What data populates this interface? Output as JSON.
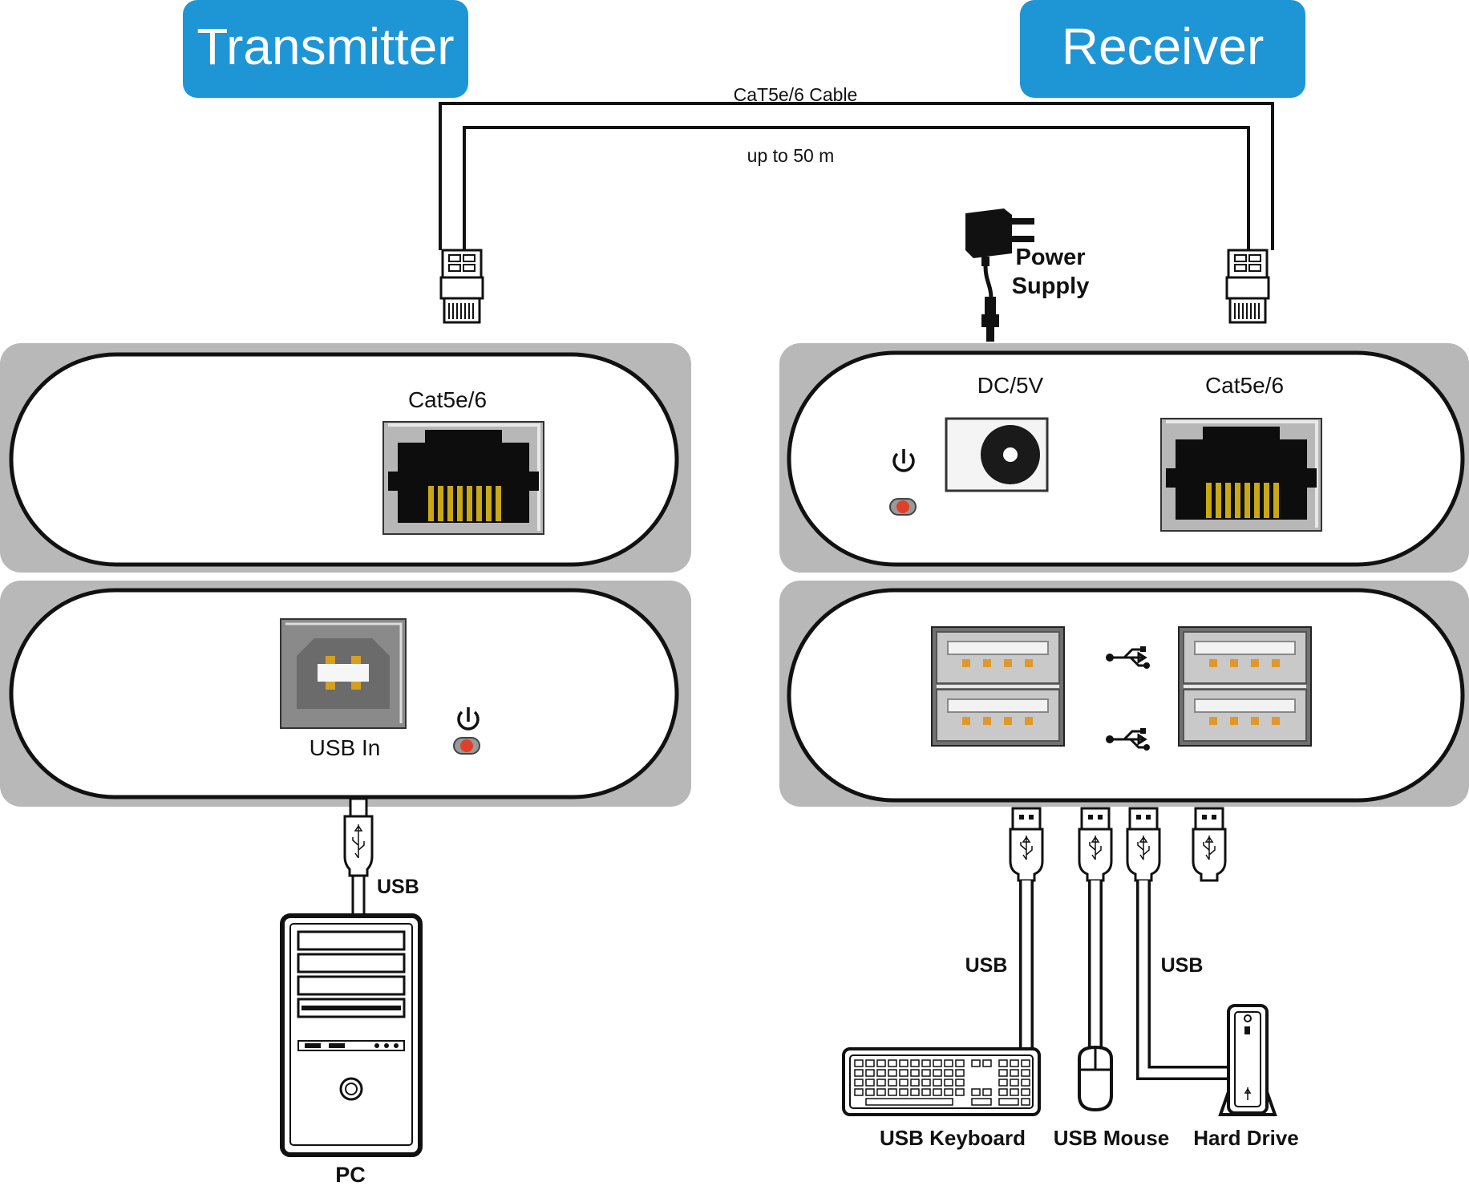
{
  "header": {
    "transmitter": "Transmitter",
    "receiver": "Receiver",
    "accent_color": "#1e96d6"
  },
  "cable": {
    "name": "CaT5e/6 Cable",
    "distance": "up to 50 m"
  },
  "power": {
    "line1": "Power",
    "line2": "Supply"
  },
  "transmitter": {
    "port_label": "Cat5e/6",
    "usb_label": "USB  In"
  },
  "receiver": {
    "dc_label": "DC/5V",
    "port_label": "Cat5e/6"
  },
  "connections": {
    "pc_usb": "USB",
    "left_usb": "USB",
    "right_usb": "USB"
  },
  "devices": {
    "pc": "PC",
    "keyboard": "USB Keyboard",
    "mouse": "USB Mouse",
    "hard_drive": "Hard Drive"
  },
  "icons": [
    "power-icon",
    "usb-icon",
    "rj45-port-icon",
    "usb-b-port-icon",
    "usb-a-port-icon",
    "power-adapter-icon",
    "keyboard-icon",
    "mouse-icon",
    "hard-drive-icon",
    "pc-tower-icon"
  ],
  "colors": {
    "panel_gray": "#b8b8b8",
    "led_red": "#e0402a",
    "pin_gold": "#c9a816"
  }
}
